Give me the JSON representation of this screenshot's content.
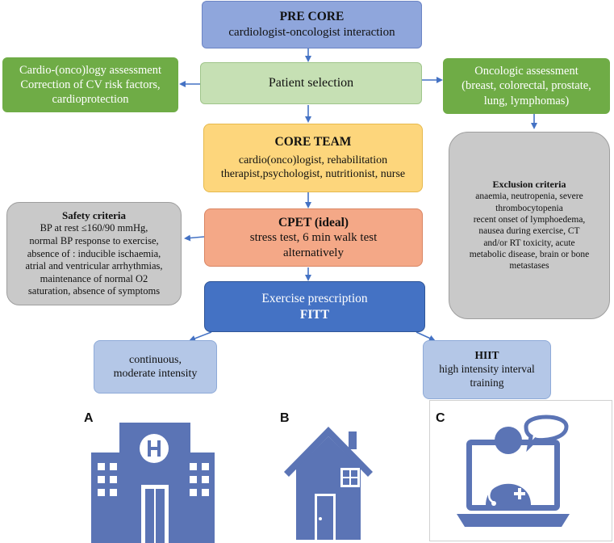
{
  "pre_core": {
    "title": "PRE CORE",
    "subtitle": "cardiologist-oncologist interaction"
  },
  "patient_selection": {
    "label": "Patient selection"
  },
  "cardio_assessment": {
    "lines": [
      "Cardio-(onco)logy assessment",
      "Correction of CV risk factors,",
      "cardioprotection"
    ]
  },
  "oncologic_assessment": {
    "lines": [
      "Oncologic assessment",
      "(breast, colorectal, prostate,",
      "lung, lymphomas)"
    ]
  },
  "core_team": {
    "title": "CORE TEAM",
    "lines": [
      "cardio(onco)logist, rehabilitation",
      "therapist,psychologist, nutritionist, nurse"
    ]
  },
  "exclusion_criteria": {
    "title": "Exclusion criteria",
    "lines": [
      "anaemia, neutropenia, severe",
      "thrombocytopenia",
      "recent onset of lymphoedema,",
      "nausea during exercise, CT",
      "and/or RT toxicity, acute",
      "metabolic disease, brain or bone",
      "metastases"
    ]
  },
  "safety_criteria": {
    "title": "Safety criteria",
    "lines": [
      "BP at rest ≤160/90 mmHg,",
      "normal BP response to exercise,",
      "absence of : inducible ischaemia,",
      "atrial and ventricular arrhythmias,",
      "maintenance of normal O2",
      "saturation, absence of symptoms"
    ]
  },
  "cpet": {
    "title": "CPET (ideal)",
    "lines": [
      "stress test, 6 min walk test",
      "alternatively"
    ]
  },
  "exercise_prescription": {
    "title": "Exercise prescription",
    "subtitle": "FITT"
  },
  "continuous": {
    "lines": [
      "continuous,",
      "moderate intensity"
    ]
  },
  "hiit": {
    "title": "HIIT",
    "lines": [
      "high intensity interval",
      "training"
    ]
  },
  "panels": {
    "a": "A",
    "b": "B",
    "c": "C"
  },
  "colors": {
    "arrow": "#4472c4",
    "icon_blue": "#5b74b5",
    "icon_light": "#ffffff"
  },
  "icons": {
    "a": "hospital-icon",
    "b": "house-icon",
    "c": "telemedicine-laptop-icon"
  }
}
